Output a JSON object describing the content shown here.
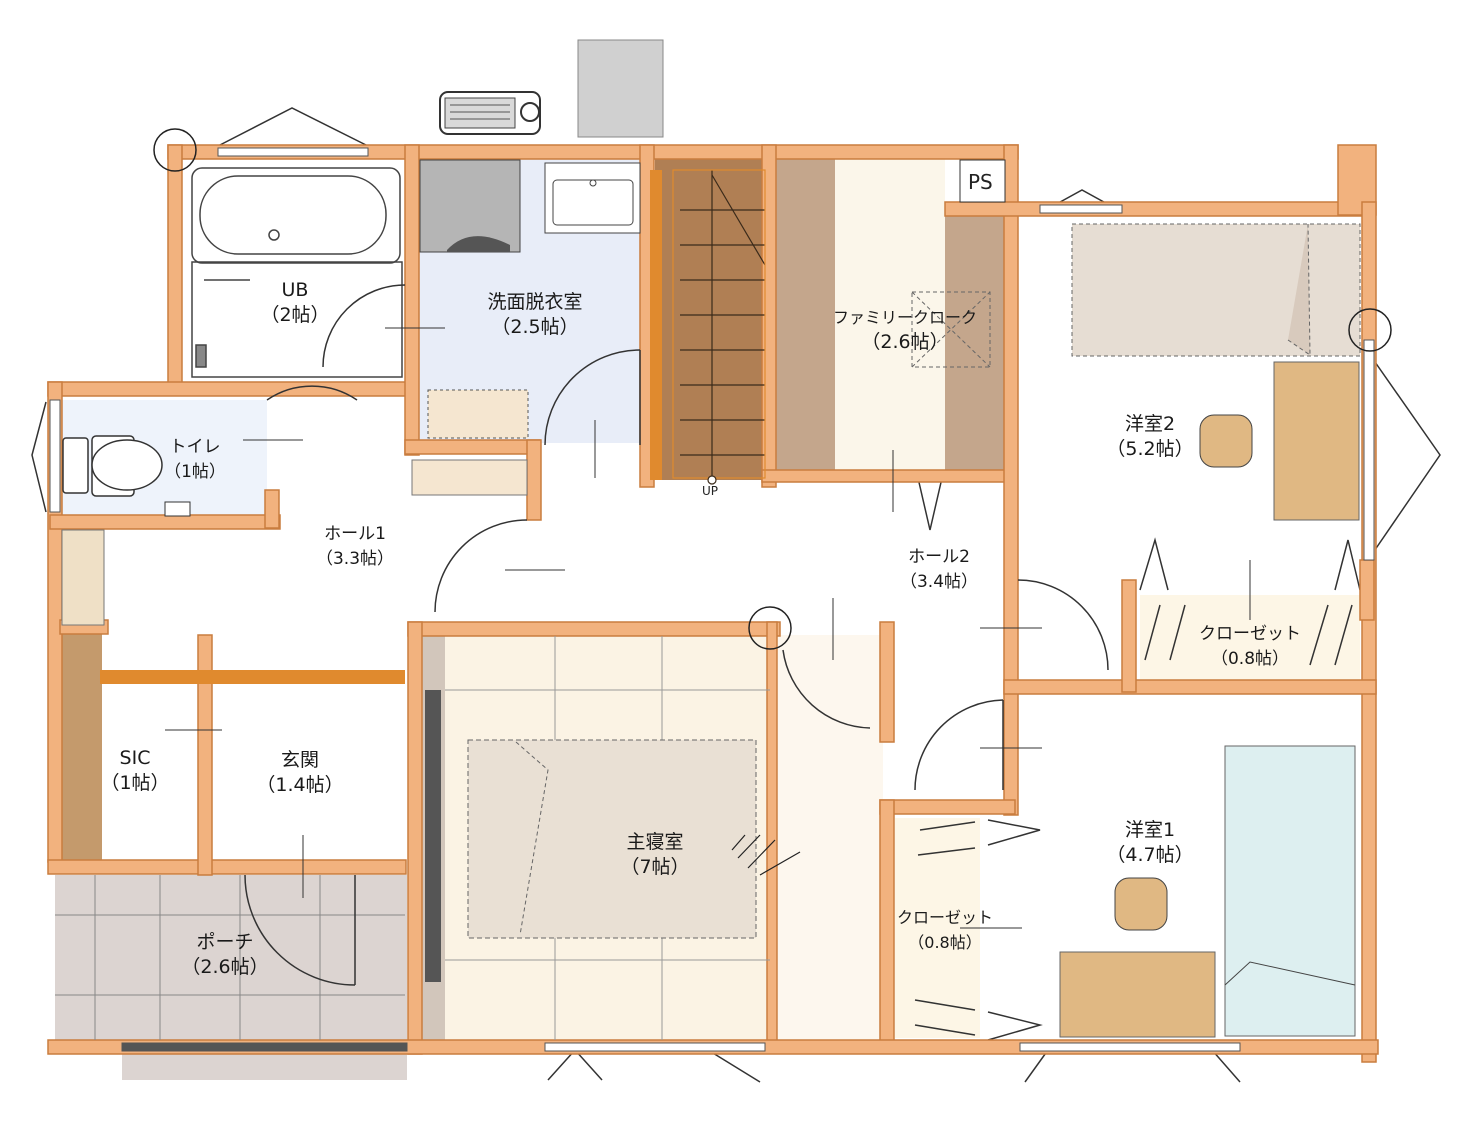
{
  "rooms": {
    "ub": {
      "name": "UB",
      "area": "（2帖）"
    },
    "senmen": {
      "name": "洗面脱衣室",
      "area": "（2.5帖）"
    },
    "family_cloak": {
      "name": "ファミリークローク",
      "area": "（2.6帖）"
    },
    "yoshitsu2": {
      "name": "洋室2",
      "area": "（5.2帖）"
    },
    "toilet": {
      "name": "トイレ",
      "area": "（1帖）"
    },
    "hall1": {
      "name": "ホール1",
      "area": "（3.3帖）"
    },
    "hall2": {
      "name": "ホール2",
      "area": "（3.4帖）"
    },
    "closet2": {
      "name": "クローゼット",
      "area": "（0.8帖）"
    },
    "sic": {
      "name": "SIC",
      "area": "（1帖）"
    },
    "genkan": {
      "name": "玄関",
      "area": "（1.4帖）"
    },
    "shinshitsu": {
      "name": "主寝室",
      "area": "（7帖）"
    },
    "yoshitsu1": {
      "name": "洋室1",
      "area": "（4.7帖）"
    },
    "closet1": {
      "name": "クローゼット",
      "area": "（0.8帖）"
    },
    "porch": {
      "name": "ポーチ",
      "area": "（2.6帖）"
    }
  },
  "labels": {
    "ps": "PS",
    "stairs_up": "UP"
  },
  "colors": {
    "wall": "#f2b27e",
    "wall_stroke": "#c97d3e",
    "tatami": "#fbf3e4",
    "bed": "#e9e0d4",
    "stairs": "#b07f54",
    "wood": "#e0b883",
    "porch": "#dcd4d1",
    "bath_blue": "#dfe7f7"
  }
}
